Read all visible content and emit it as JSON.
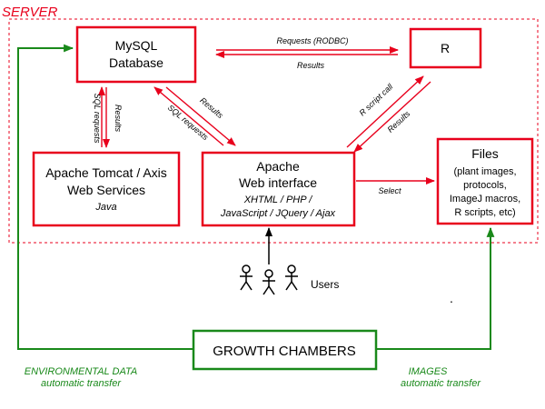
{
  "server": {
    "label": "SERVER"
  },
  "nodes": {
    "mysql": {
      "line1": "MySQL",
      "line2": "Database"
    },
    "r": {
      "label": "R"
    },
    "tomcat": {
      "line1": "Apache Tomcat / Axis",
      "line2": "Web Services",
      "line3": "Java"
    },
    "apache": {
      "line1": "Apache",
      "line2": "Web interface",
      "line3": "XHTML / PHP /",
      "line4": "JavaScript / JQuery / Ajax"
    },
    "files": {
      "line1": "Files",
      "line2": "(plant images,",
      "line3": "protocols,",
      "line4": "ImageJ macros,",
      "line5": "R scripts, etc)"
    },
    "growth": {
      "label": "GROWTH CHAMBERS"
    },
    "users": {
      "label": "Users"
    }
  },
  "edges": {
    "mysql_r_request": "Requests (RODBC)",
    "r_mysql_results": "Results",
    "mysql_tomcat_sql": "SQL requests",
    "tomcat_mysql_results": "Results",
    "apache_mysql_sql": "SQL requests",
    "mysql_apache_results": "Results",
    "apache_r_call": "R script call",
    "r_apache_results": "Results",
    "apache_files_select": "Select"
  },
  "transfers": {
    "env_line1": "ENVIRONMENTAL DATA",
    "env_line2": "automatic transfer",
    "img_line1": "IMAGES",
    "img_line2": "automatic transfer"
  },
  "stray_mark": ".",
  "colors": {
    "red": "#e8001c",
    "green": "#19891a",
    "black": "#000000"
  }
}
